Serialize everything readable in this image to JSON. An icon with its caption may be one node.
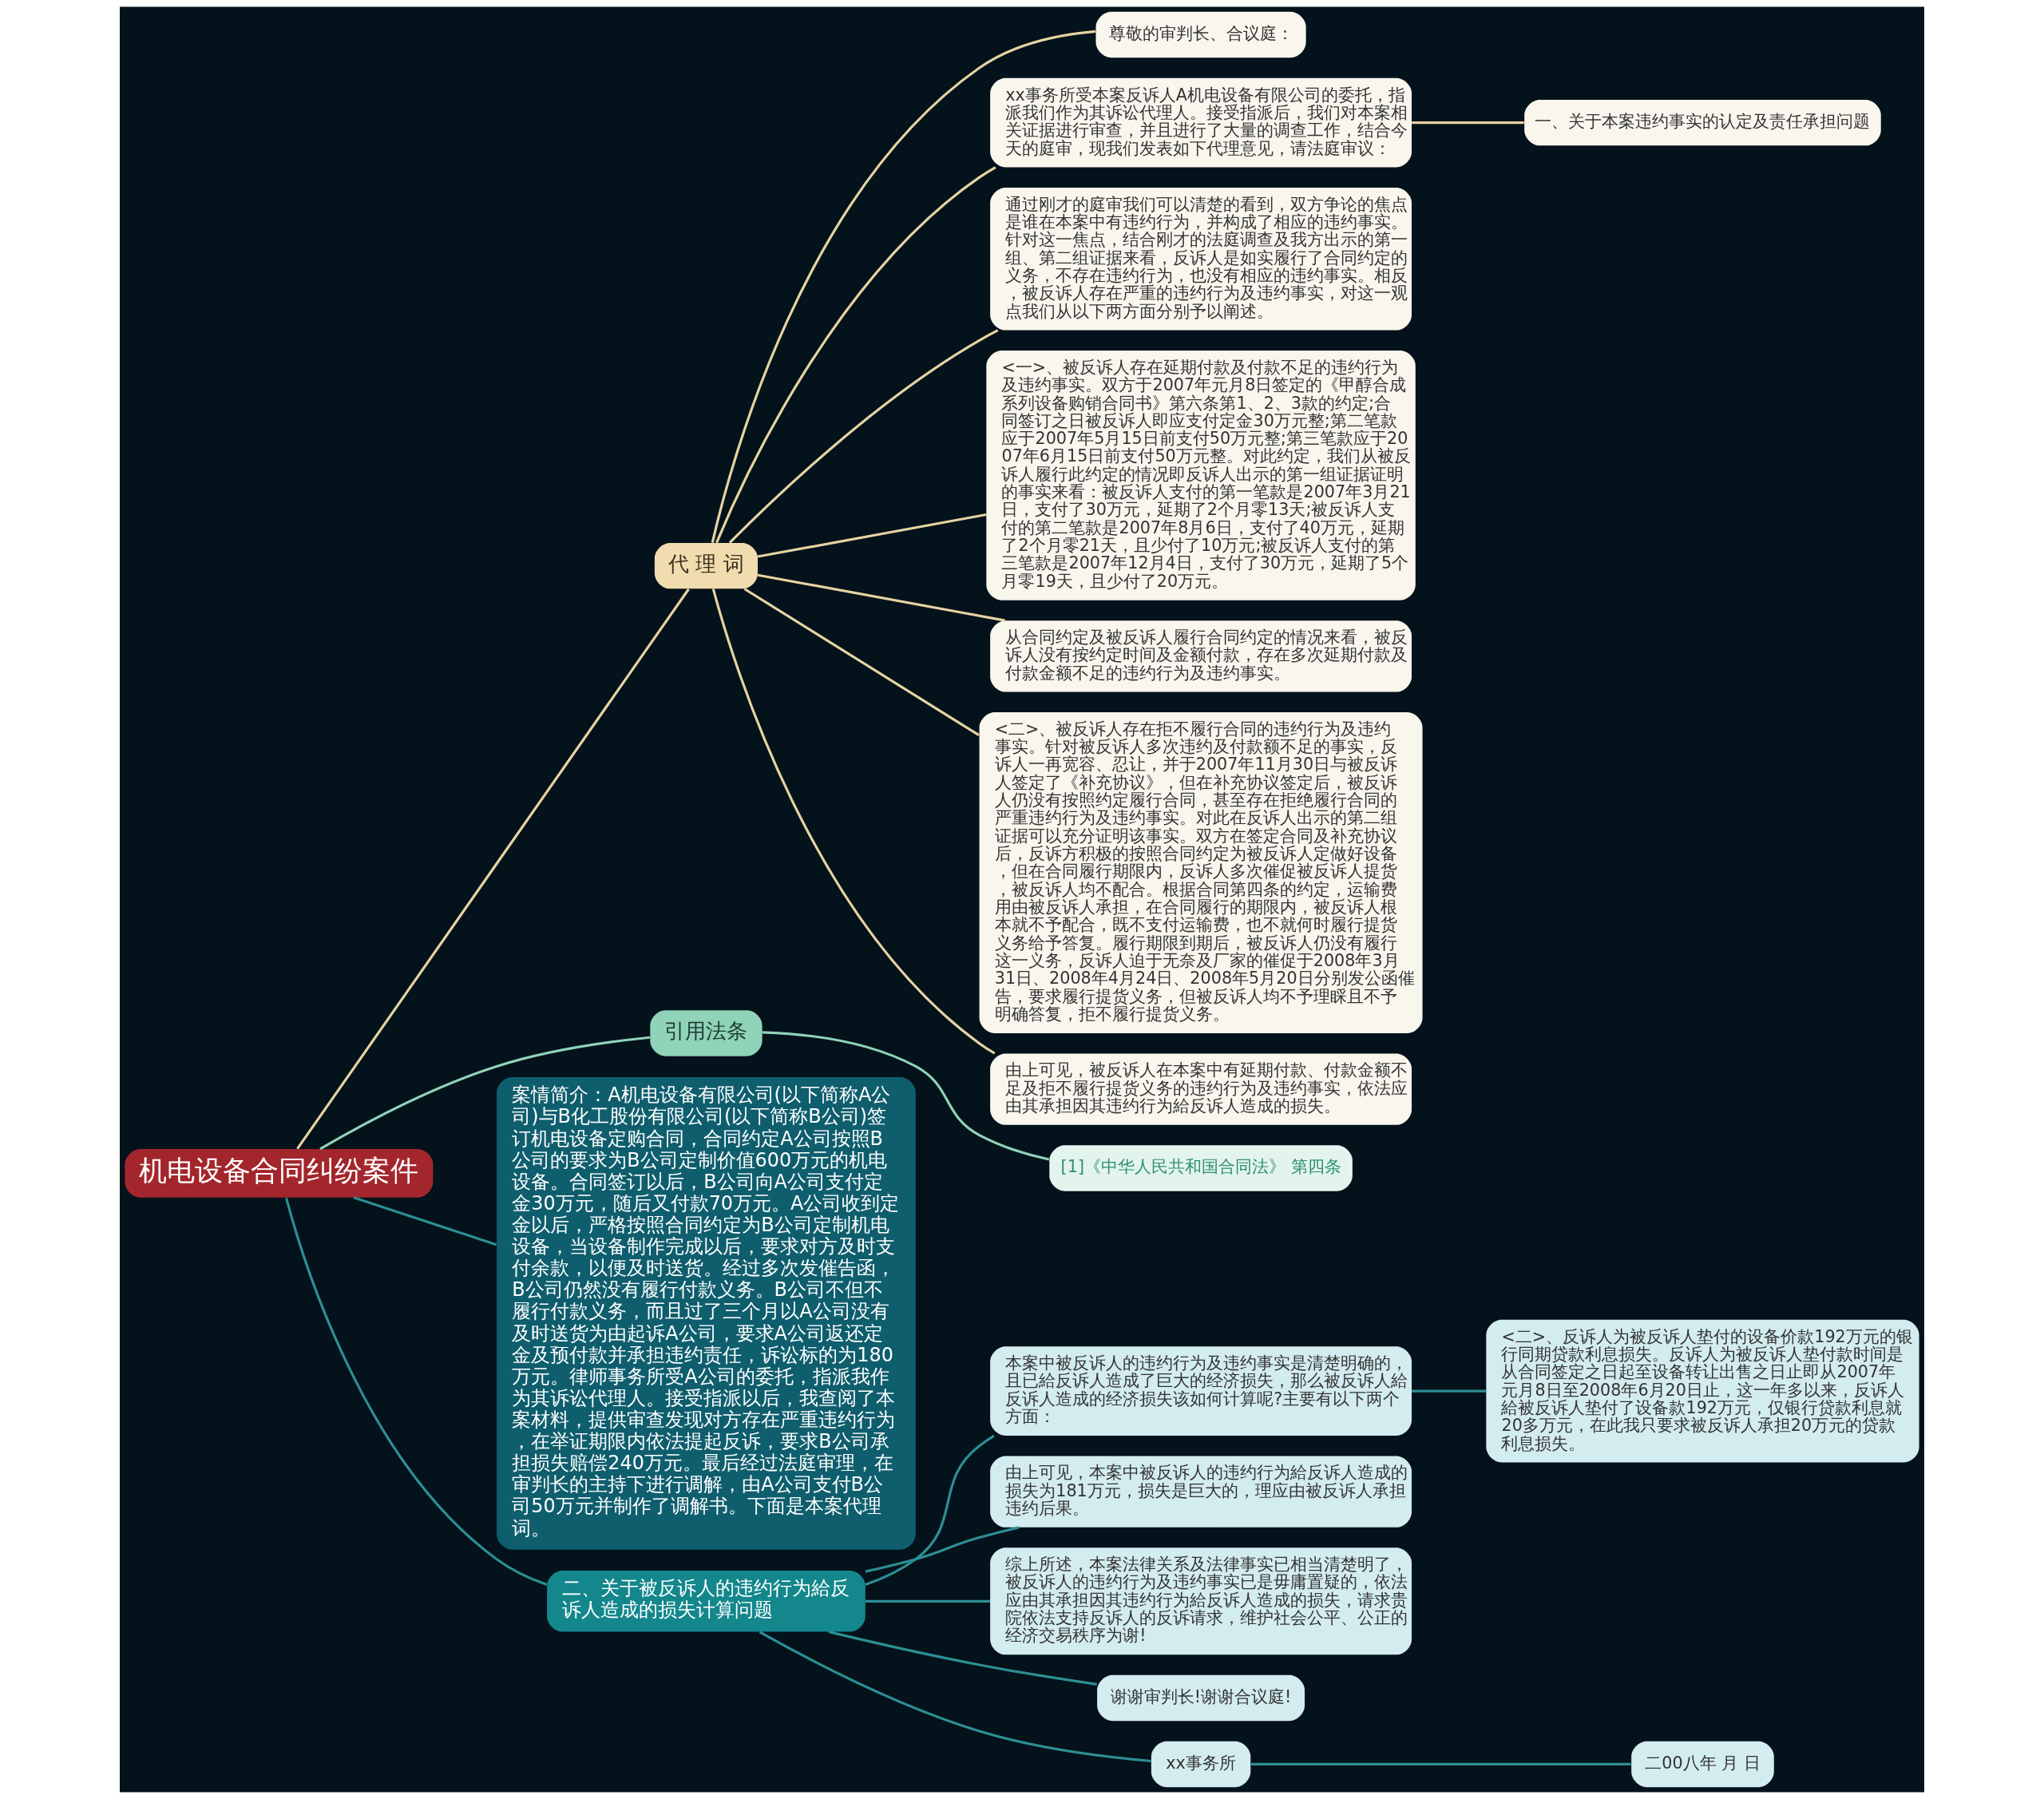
{
  "diagram": {
    "nodes": [
      {
        "text": [
          "机电设备合同纠纷案件"
        ]
      },
      {
        "text": [
          "代 理 词"
        ]
      },
      {
        "text": [
          "尊敬的审判长、合议庭："
        ]
      },
      {
        "text": [
          "xx事务所受本案反诉人A机电设备有限公司的委托，指派我们作为其诉讼代理人。接受指派后，我们对本案相关证据进行审查，并且进行了大量的调查工作，结合今天的庭审，现我们发表如下代理意见，请法庭审议："
        ]
      },
      {
        "text": [
          "一、关于本案违约事实的认定及责任承担问题"
        ]
      },
      {
        "text": [
          "通过刚才的庭审我们可以清楚的看到，双方争论的焦点是谁在本案中有违约行为，并构成了相应的违约事实。针对这一焦点，结合刚才的法庭调查及我方出示的第一组、第二组证据来看，反诉人是如实履行了合同约定的义务，不存在违约行为，也没有相应的违约事实。相反，被反诉人存在严重的违约行为及违约事实，对这一观点我们从以下两方面分别予以阐述。"
        ]
      },
      {
        "text": [
          "<一>、被反诉人存在延期付款及付款不足的违约行为及违约事实。双方于2007年元月8日签定的《甲醇合成系列设备购销合同书》第六条第1、2、3款的约定;合同签订之日被反诉人即应支付定金30万元整;第二笔款应于2007年5月15日前支付50万元整;第三笔款应于2007年6月15日前支付50万元整。对此约定，我们从被反诉人履行此约定的情况即反诉人出示的第一组证据证明的事实来看：被反诉人支付的第一笔款是2007年3月21日，支付了30万元，延期了2个月零13天;被反诉人支付的第二笔款是2007年8月6日，支付了40万元，延期了2个月零21天，且少付了10万元;被反诉人支付的第三笔款是2007年12月4日，支付了30万元，延期了5个月零19天，且少付了20万元。"
        ]
      },
      {
        "text": [
          "从合同约定及被反诉人履行合同约定的情况来看，被反诉人没有按约定时间及金额付款，存在多次延期付款及付款金额不足的违约行为及违约事实。"
        ]
      },
      {
        "text": [
          "<二>、被反诉人存在拒不履行合同的违约行为及违约事实。针对被反诉人多次违约及付款额不足的事实，反诉人一再宽容、忍让，并于2007年11月30日与被反诉人签定了《补充协议》，但在补充协议签定后，被反诉人仍没有按照约定履行合同，甚至存在拒绝履行合同的严重违约行为及违约事实。对此在反诉人出示的第二组证据可以充分证明该事实。双方在签定合同及补充协议后，反诉方积极的按照合同约定为被反诉人定做好设备，但在合同履行期限内，反诉人多次催促被反诉人提货，被反诉人均不配合。根据合同第四条的约定，运输费用由被反诉人承担，在合同履行的期限内，被反诉人根本就不予配合，既不支付运输费，也不就何时履行提货义务给予答复。履行期限到期后，被反诉人仍没有履行这一义务，反诉人迫于无奈及厂家的催促于2008年3月31日、2008年4月24日、2008年5月20日分别发公函催告，要求履行提货义务，但被反诉人均不予理睬且不予明确答复，拒不履行提货义务。"
        ]
      },
      {
        "text": [
          "由上可见，被反诉人在本案中有延期付款、付款金额不足及拒不履行提货义务的违约行为及违约事实，依法应由其承担因其违约行为給反诉人造成的损失。"
        ]
      },
      {
        "text": [
          "引用法条"
        ]
      },
      {
        "text": [
          "[1]《中华人民共和国合同法》 第四条"
        ]
      },
      {
        "text": [
          "案情简介：A机电设备有限公司(以下简称A公司)与B化工股份有限公司(以下简称B公司)签订机电设备定购合同，合同约定A公司按照B公司的要求为B公司定制价值600万元的机电设备。合同签订以后，B公司向A公司支付定金30万元，随后又付款70万元。A公司收到定金以后，严格按照合同约定为B公司定制机电设备，当设备制作完成以后，要求对方及时支付余款，以便及时送货。经过多次发催告函，B公司仍然没有履行付款义务。B公司不但不履行付款义务，而且过了三个月以A公司没有及时送货为由起诉A公司，要求A公司返还定金及预付款并承担违约责任，诉讼标的为180万元。律师事务所受A公司的委托，指派我作为其诉讼代理人。接受指派以后，我查阅了本案材料，提供审查发现对方存在严重违约行为，在举证期限内依法提起反诉，要求B公司承担损失赔偿240万元。最后经过法庭审理，在审判长的主持下进行调解，由A公司支付B公司50万元并制作了调解书。下面是本案代理词。"
        ]
      },
      {
        "text": [
          "二、关于被反诉人的违约行为給反诉人造成的损失计算问题"
        ]
      },
      {
        "text": [
          "本案中被反诉人的违约行为及违约事实是清楚明确的，且已給反诉人造成了巨大的经济损失，那么被反诉人給反诉人造成的经济损失该如何计算呢?主要有以下两个方面："
        ]
      },
      {
        "text": [
          "<二>、反诉人为被反诉人垫付的设备价款192万元的银行同期贷款利息损失。反诉人为被反诉人垫付款时间是从合同签定之日起至设备转让出售之日止即从2007年元月8日至2008年6月20日止，这一年多以来，反诉人給被反诉人垫付了设备款192万元，仅银行贷款利息就20多万元，在此我只要求被反诉人承担20万元的贷款利息损失。"
        ]
      },
      {
        "text": [
          "由上可见，本案中被反诉人的违约行为給反诉人造成的损失为181万元，损失是巨大的，理应由被反诉人承担违约后果。"
        ]
      },
      {
        "text": [
          "综上所述，本案法律关系及法律事实已相当清楚明了，被反诉人的违约行为及违约事实已是毋庸置疑的，依法应由其承担因其违约行为給反诉人造成的损失，请求贵院依法支持反诉人的反诉请求，维护社会公平、公正的经济交易秩序为谢!"
        ]
      },
      {
        "text": [
          "谢谢审判长!谢谢合议庭!"
        ]
      },
      {
        "text": [
          "xx事务所"
        ]
      },
      {
        "text": [
          "二00八年 月 日"
        ]
      }
    ],
    "edges": [
      {
        "from": 0,
        "to": 1,
        "arrow": "none",
        "color": "#e6d3a3"
      },
      {
        "from": 1,
        "to": 2,
        "arrow": "none",
        "color": "#e6d3a3"
      },
      {
        "from": 1,
        "to": 3,
        "arrow": "none",
        "color": "#e6d3a3"
      },
      {
        "from": 3,
        "to": 4,
        "arrow": "none",
        "color": "#e6d3a3"
      },
      {
        "from": 1,
        "to": 5,
        "arrow": "none",
        "color": "#e6d3a3"
      },
      {
        "from": 1,
        "to": 6,
        "arrow": "none",
        "color": "#e6d3a3"
      },
      {
        "from": 1,
        "to": 7,
        "arrow": "none",
        "color": "#e6d3a3"
      },
      {
        "from": 1,
        "to": 8,
        "arrow": "none",
        "color": "#e6d3a3"
      },
      {
        "from": 1,
        "to": 9,
        "arrow": "none",
        "color": "#e6d3a3"
      },
      {
        "from": 0,
        "to": 10,
        "arrow": "none",
        "color": "#8fd3b8"
      },
      {
        "from": 10,
        "to": 11,
        "arrow": "none",
        "color": "#8fd3b8"
      },
      {
        "from": 0,
        "to": 12,
        "arrow": "none",
        "color": "#2d8f94"
      },
      {
        "from": 0,
        "to": 13,
        "arrow": "none",
        "color": "#2d8f94"
      },
      {
        "from": 13,
        "to": 14,
        "arrow": "none",
        "color": "#2d8f94"
      },
      {
        "from": 14,
        "to": 15,
        "arrow": "none",
        "color": "#2d8f94"
      },
      {
        "from": 13,
        "to": 16,
        "arrow": "none",
        "color": "#2d8f94"
      },
      {
        "from": 13,
        "to": 17,
        "arrow": "none",
        "color": "#2d8f94"
      },
      {
        "from": 13,
        "to": 18,
        "arrow": "none",
        "color": "#2d8f94"
      },
      {
        "from": 13,
        "to": 19,
        "arrow": "none",
        "color": "#2d8f94"
      },
      {
        "from": 19,
        "to": 20,
        "arrow": "none",
        "color": "#2d8f94"
      }
    ]
  }
}
